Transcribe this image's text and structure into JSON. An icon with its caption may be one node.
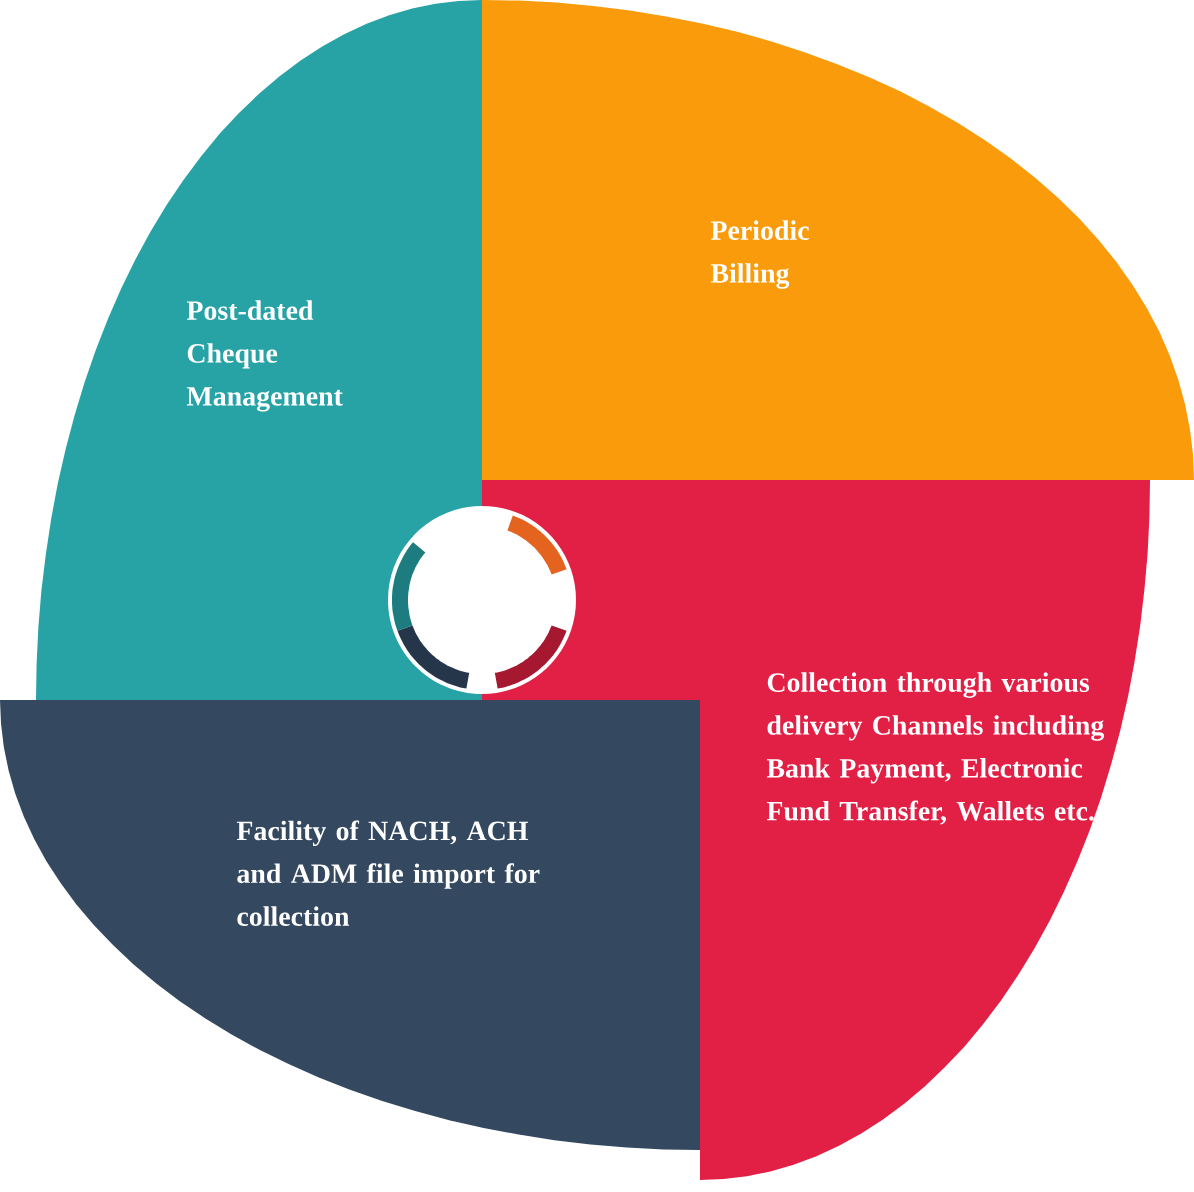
{
  "diagram": {
    "nodes": [
      {
        "text": [
          "Periodic Billing"
        ]
      },
      {
        "text": [
          "Collection through various delivery Channels including Bank Payment, Electronic Fund Transfer, Wallets etc."
        ]
      },
      {
        "text": [
          "Facility of NACH, ACH and ADM file import for collection"
        ]
      },
      {
        "text": [
          "Post-dated Cheque Management"
        ]
      }
    ]
  }
}
